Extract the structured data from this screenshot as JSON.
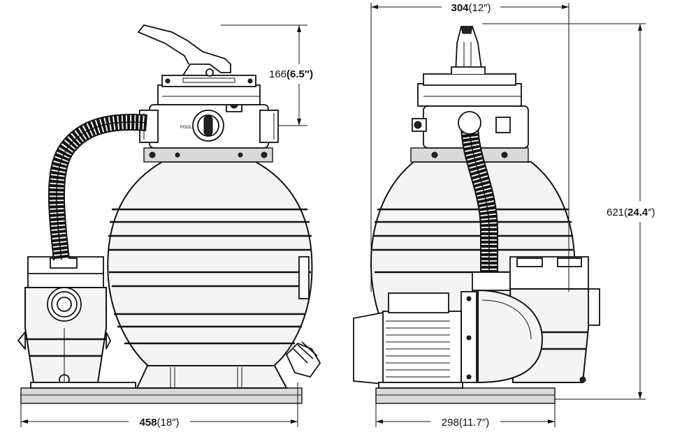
{
  "dimensions": {
    "top_width": "304(12″)",
    "top_width_num": "304",
    "top_width_unit": "(12″)",
    "valve_height": "166(6.5″)",
    "valve_height_num": "166",
    "valve_height_unit": "(6.5″)",
    "total_height": "621(24.4″)",
    "total_height_num": "621(",
    "total_height_bold": "24.4",
    "total_height_tail": "″)",
    "front_width": "458(18″)",
    "front_width_num": "458",
    "front_width_unit": "(18″)",
    "side_width": "298(11.7″)",
    "side_width_num": "298",
    "side_width_unit": "(11.7″)"
  },
  "valve_markings": {
    "port_label": "POOL"
  }
}
